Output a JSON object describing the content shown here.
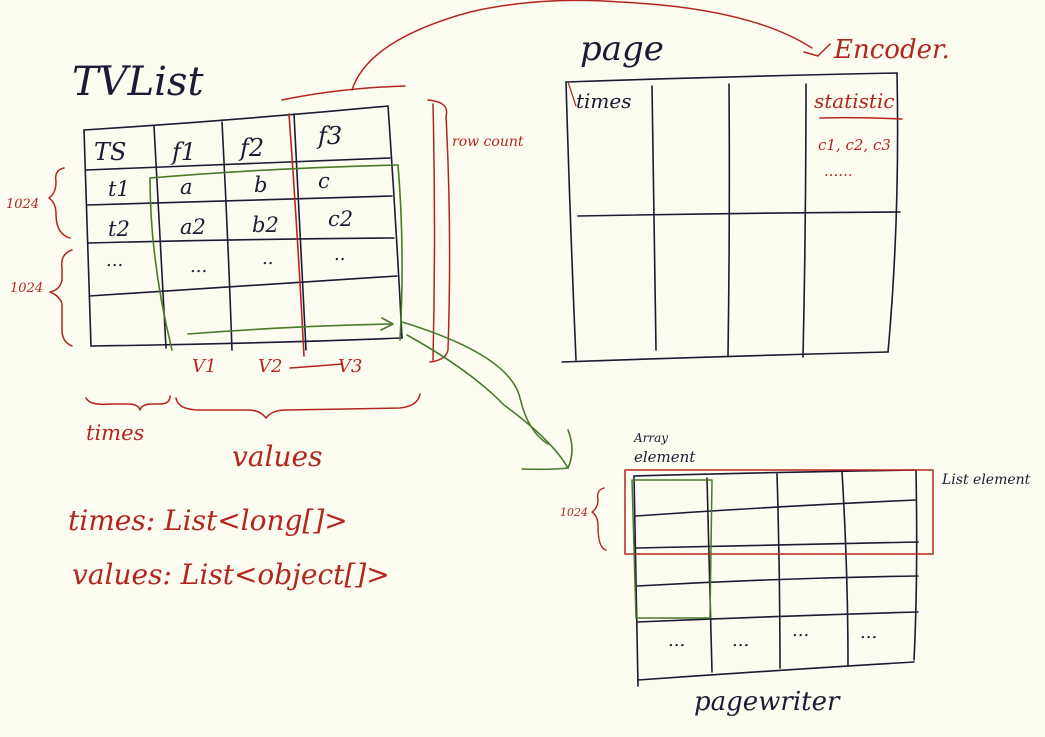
{
  "colors": {
    "background": "#fdfcf0",
    "ink": "#1c1a35",
    "red": "#b3261e",
    "green": "#4a7a2a"
  },
  "tvlist": {
    "title": "TVList",
    "headers": [
      "TS",
      "f1",
      "f2",
      "f3"
    ],
    "rows": [
      [
        "t1",
        "a",
        "b",
        "c"
      ],
      [
        "t2",
        "a2",
        "b2",
        "c2"
      ],
      [
        "...",
        "...",
        "..",
        ".."
      ]
    ],
    "row_count_label": "row count",
    "brace_label_1": "1024",
    "brace_label_2": "1024",
    "column_labels": [
      "V1",
      "V2",
      "V3"
    ],
    "times_label": "times",
    "values_label": "values",
    "times_decl": "times: List<long[]>",
    "values_decl": "values: List<object[]>"
  },
  "page": {
    "title": "page",
    "encoder_label": "Encoder.",
    "times_label": "times",
    "statistic_label": "statistic",
    "statistic_items": "c1, c2, c3",
    "statistic_more": "......"
  },
  "pagewriter": {
    "array_element_label_1": "Array",
    "array_element_label_2": "element",
    "list_element_label": "List element",
    "brace_label": "1024",
    "ellipses": [
      "...",
      "...",
      "...",
      "..."
    ],
    "title": "pagewriter"
  }
}
